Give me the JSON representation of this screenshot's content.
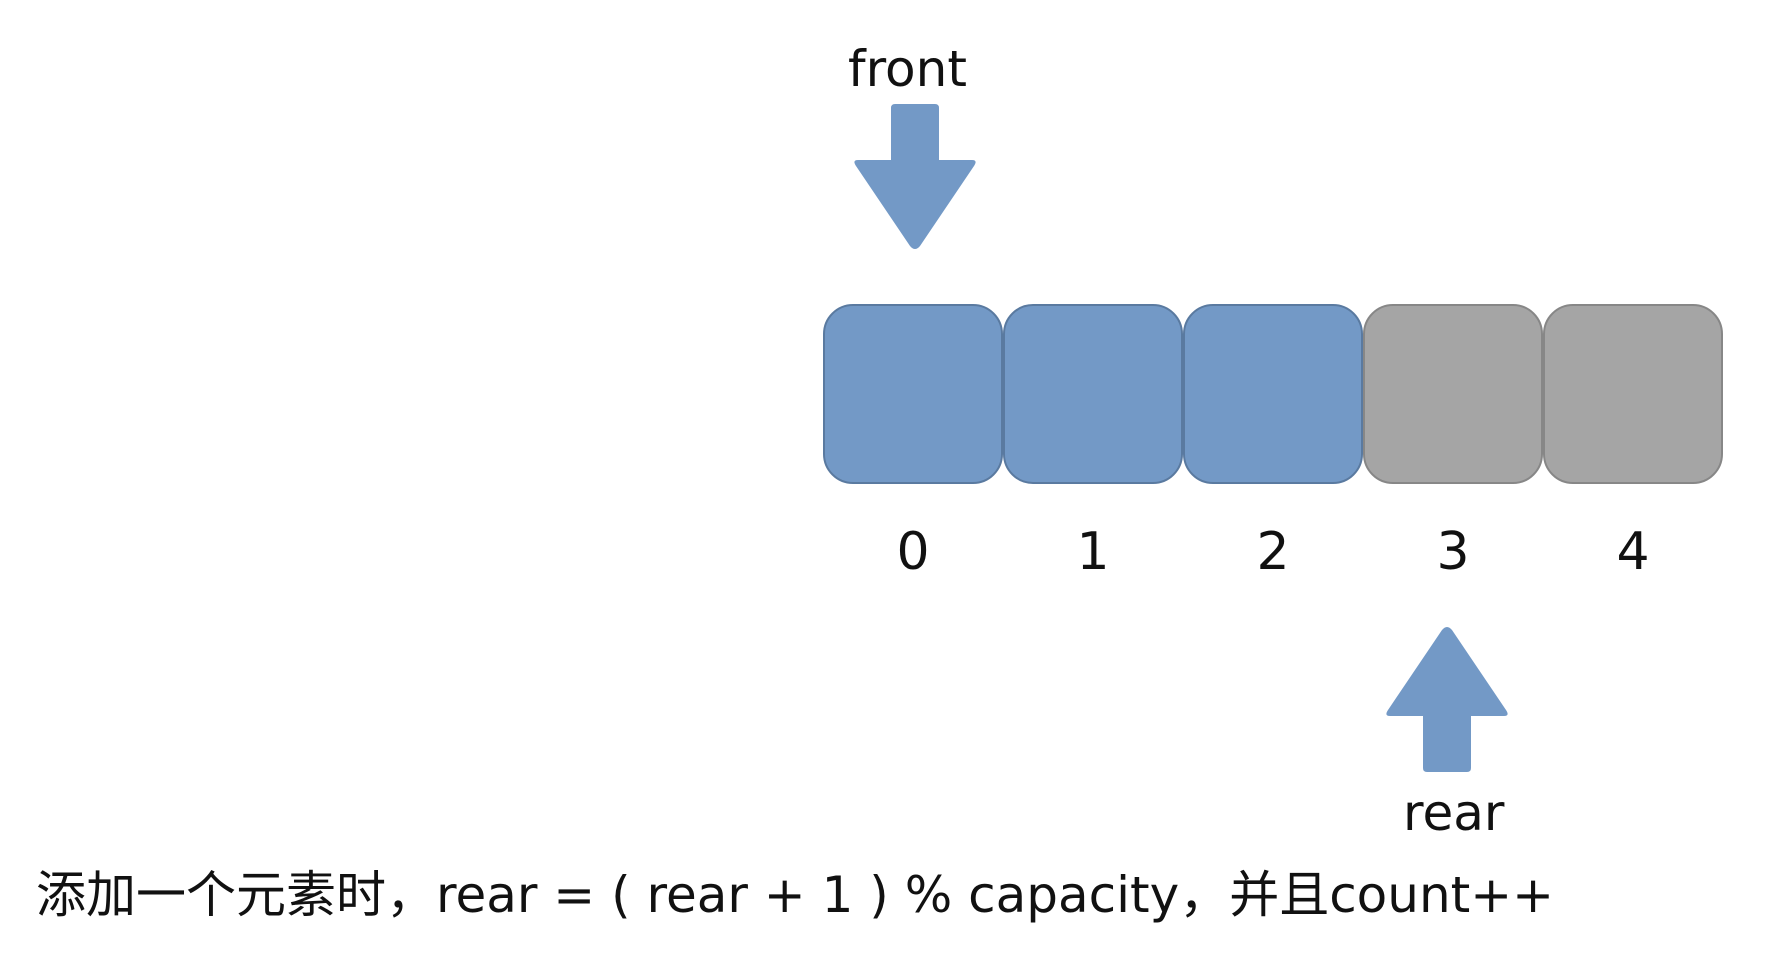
{
  "pointers": {
    "front": {
      "label": "front",
      "points_to_index": 0
    },
    "rear": {
      "label": "rear",
      "points_to_index": 3
    }
  },
  "queue": {
    "indices": [
      "0",
      "1",
      "2",
      "3",
      "4"
    ],
    "cells": [
      {
        "index": 0,
        "state": "filled"
      },
      {
        "index": 1,
        "state": "filled"
      },
      {
        "index": 2,
        "state": "filled"
      },
      {
        "index": 3,
        "state": "empty"
      },
      {
        "index": 4,
        "state": "empty"
      }
    ]
  },
  "colors": {
    "filled": "#7399c6",
    "empty": "#a5a5a5",
    "arrow": "#7399c6"
  },
  "caption": "添加一个元素时，rear = ( rear + 1 ) % capacity，并且count++"
}
